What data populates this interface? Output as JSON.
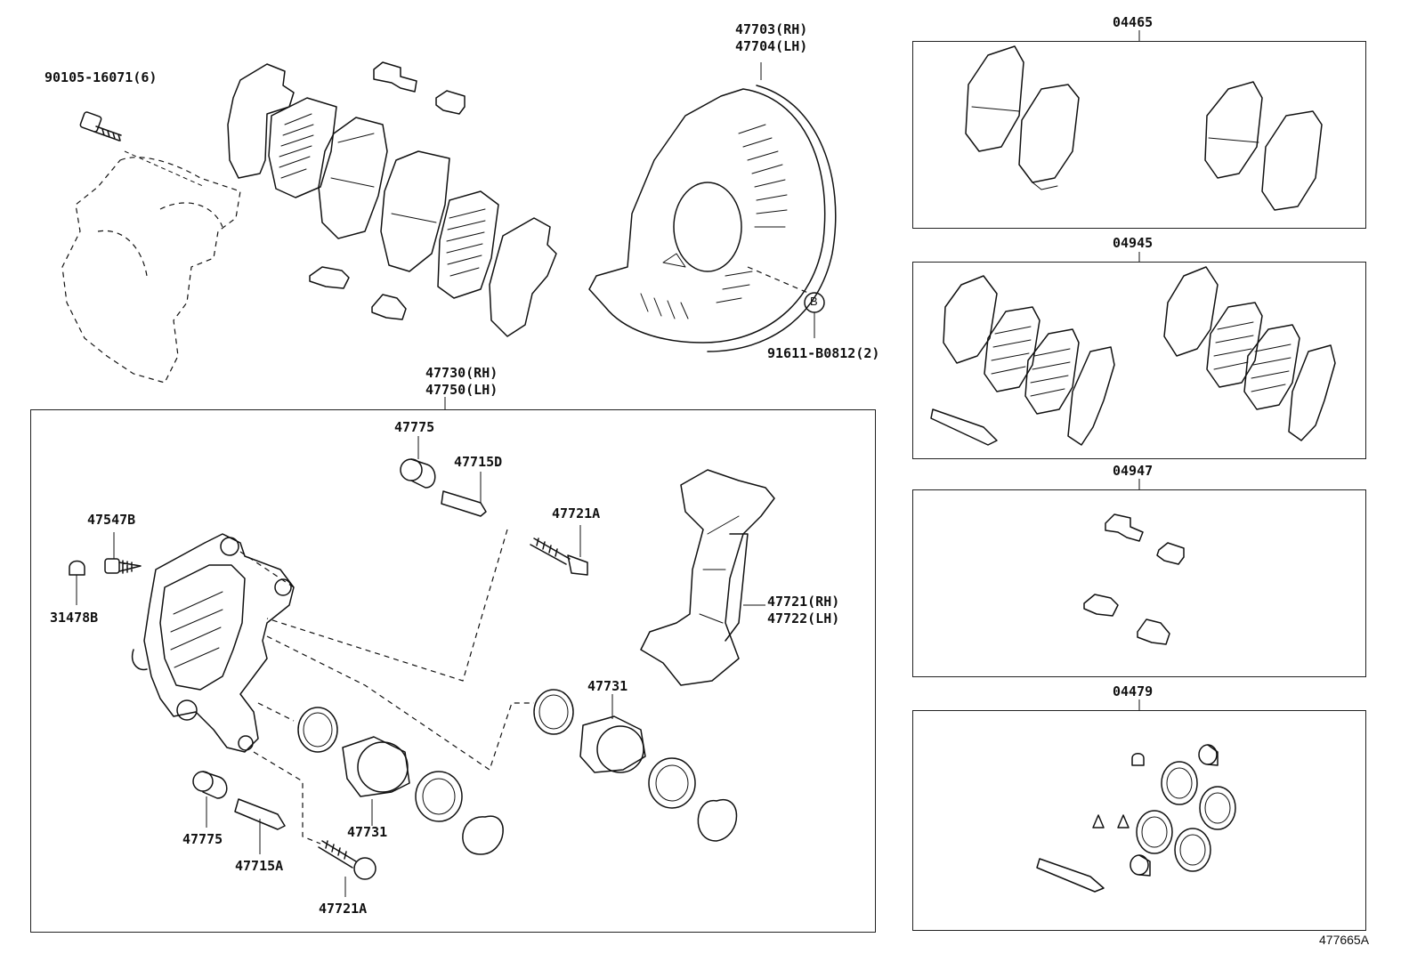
{
  "diagram": {
    "reference_code": "477665A",
    "callout_letter": "B",
    "top_labels": {
      "bolt_90105": "90105-16071(6)",
      "dust_cover_rh": "47703(RH)",
      "dust_cover_lh": "47704(LH)",
      "callout_bolt": "91611-B0812(2)"
    },
    "caliper_assembly": {
      "label_rh": "47730(RH)",
      "label_lh": "47750(LH)",
      "parts": {
        "boot_upper": "47775",
        "slide_pin_d": "47715D",
        "bolt_upper": "47721A",
        "bleeder_plug": "47547B",
        "bleeder_cap": "31478B",
        "mounting_rh": "47721(RH)",
        "mounting_lh": "47722(LH)",
        "piston_right": "47731",
        "boot_lower": "47775",
        "slide_pin_a": "47715A",
        "piston_left": "47731",
        "bolt_lower": "47721A"
      }
    },
    "kits": [
      {
        "code": "04465"
      },
      {
        "code": "04945"
      },
      {
        "code": "04947"
      },
      {
        "code": "04479"
      }
    ]
  }
}
